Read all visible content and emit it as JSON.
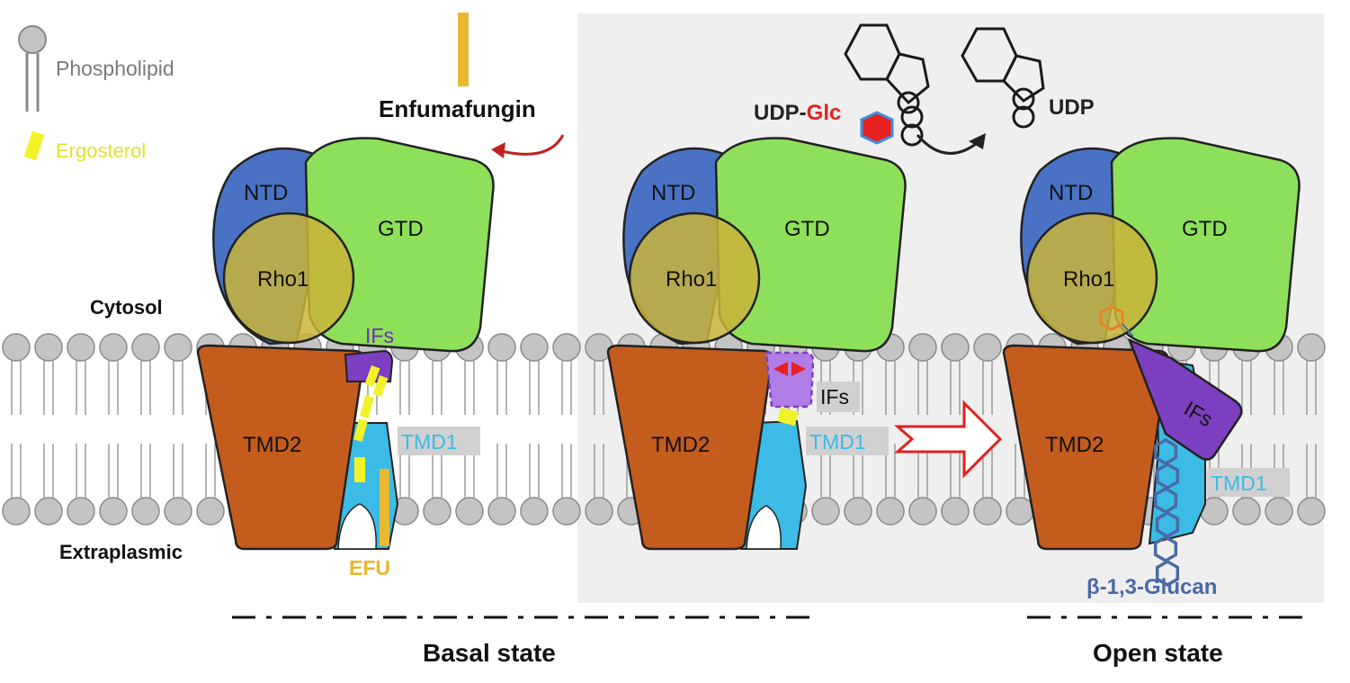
{
  "legend": {
    "phospholipid": "Phospholipid",
    "ergosterol": "Ergosterol"
  },
  "compounds": {
    "enfumafungin": "Enfumafungin",
    "udp_prefix": "UDP-",
    "udp_glc_suffix": "Glc",
    "udp": "UDP",
    "efu": "EFU",
    "glucan": "β-1,3-Glucan"
  },
  "regions": {
    "cytosol": "Cytosol",
    "extraplasmic": "Extraplasmic"
  },
  "domains": {
    "ntd": "NTD",
    "gtd": "GTD",
    "rho1": "Rho1",
    "ifs": "IFs",
    "tmd1": "TMD1",
    "tmd2": "TMD2"
  },
  "states": {
    "basal": "Basal state",
    "open": "Open state"
  },
  "colors": {
    "ntd": "#4a72c4",
    "gtd": "#8ee05a",
    "rho1": "#c9b43a",
    "tmd2": "#c45c1e",
    "tmd1": "#3bbbe6",
    "ifs": "#7b3fbf",
    "ergosterol": "#f2f22a",
    "efu": "#e8b830",
    "glucan": "#4a6aa6",
    "membrane_head": "#c4c4c4",
    "panel_bg": "#efefef",
    "arrow_red": "#d62828"
  }
}
